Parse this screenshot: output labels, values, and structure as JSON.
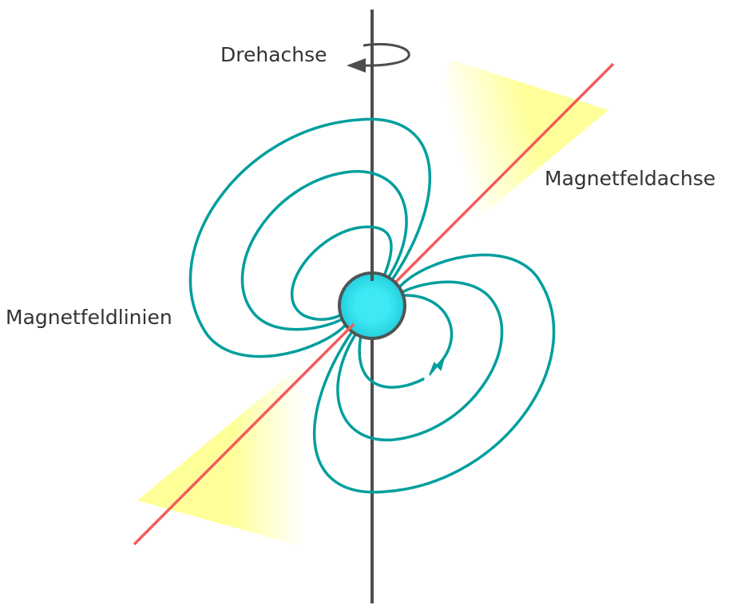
{
  "labels": {
    "rotation_axis": "Drehachse",
    "magnetic_axis": "Magnetfeldachse",
    "field_lines": "Magnetfeldlinien"
  },
  "colors": {
    "field_line": "#009e9e",
    "magnetic_axis": "#f25c5c",
    "rotation_axis": "#4d4d4d",
    "star": "#3ee6f2",
    "beam": "#ffff99"
  }
}
